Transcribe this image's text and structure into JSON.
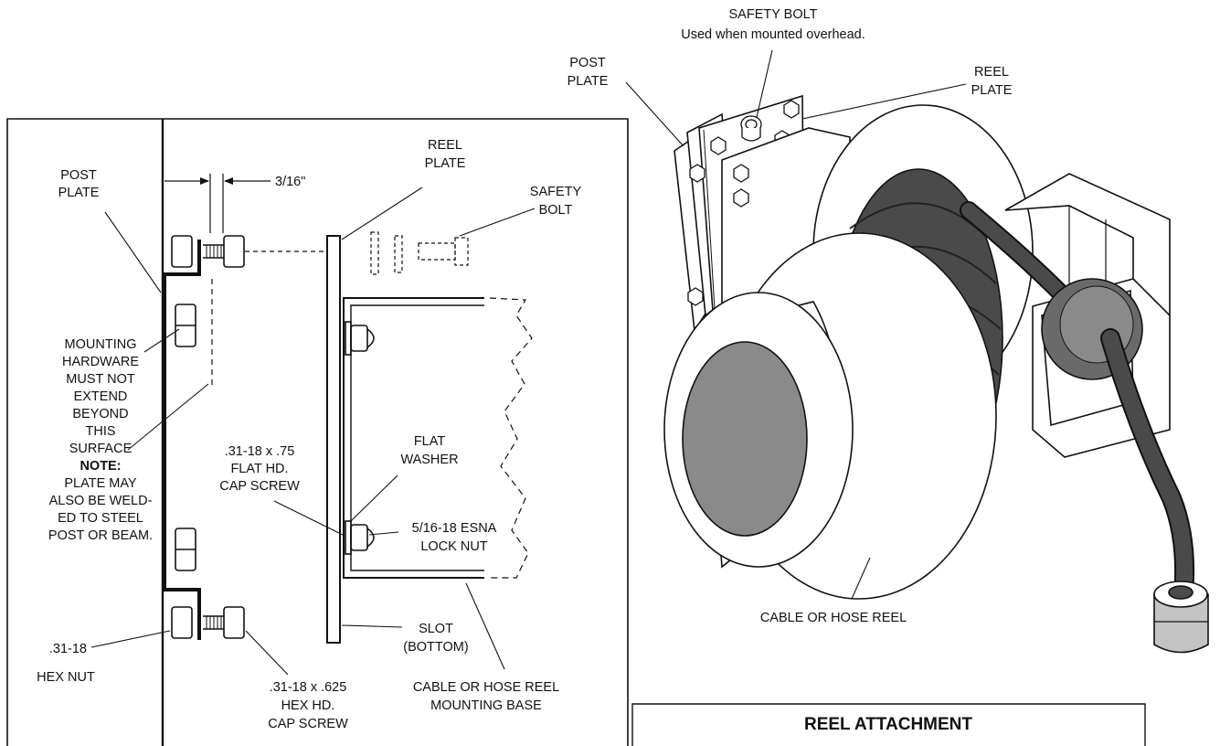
{
  "left_view": {
    "post_plate": [
      "POST",
      "PLATE"
    ],
    "dimension": "3/16\"",
    "reel_plate": [
      "REEL",
      "PLATE"
    ],
    "safety_bolt": [
      "SAFETY",
      "BOLT"
    ],
    "mounting_note": [
      "MOUNTING",
      "HARDWARE",
      "MUST NOT",
      "EXTEND",
      "BEYOND",
      "THIS",
      "SURFACE"
    ],
    "note_heading": "NOTE:",
    "note_text": [
      "PLATE MAY",
      "ALSO BE WELD-",
      "ED TO STEEL",
      "POST OR BEAM."
    ],
    "flat_hd_screw": [
      ".31-18 x .75",
      "FLAT HD.",
      "CAP SCREW"
    ],
    "flat_washer": [
      "FLAT",
      "WASHER"
    ],
    "lock_nut": [
      "5/16-18 ESNA",
      "LOCK NUT"
    ],
    "slot": [
      "SLOT",
      "(BOTTOM)"
    ],
    "hex_nut": [
      ".31-18",
      "HEX NUT"
    ],
    "hex_hd_screw": [
      ".31-18 x .625",
      "HEX HD.",
      "CAP SCREW"
    ],
    "mounting_base": [
      "CABLE OR HOSE REEL",
      "MOUNTING BASE"
    ]
  },
  "right_view": {
    "safety_bolt": "SAFETY BOLT",
    "safety_bolt_note": "Used when mounted overhead.",
    "post_plate": [
      "POST",
      "PLATE"
    ],
    "reel_plate": [
      "REEL",
      "PLATE"
    ],
    "reel_label": "CABLE OR HOSE REEL"
  },
  "title_box": {
    "title": "REEL ATTACHMENT"
  },
  "colors": {
    "line": "#111111",
    "shade_dark": "#4a4a4a",
    "shade_mid": "#8a8a8a",
    "shade_light": "#c4c4c4"
  }
}
